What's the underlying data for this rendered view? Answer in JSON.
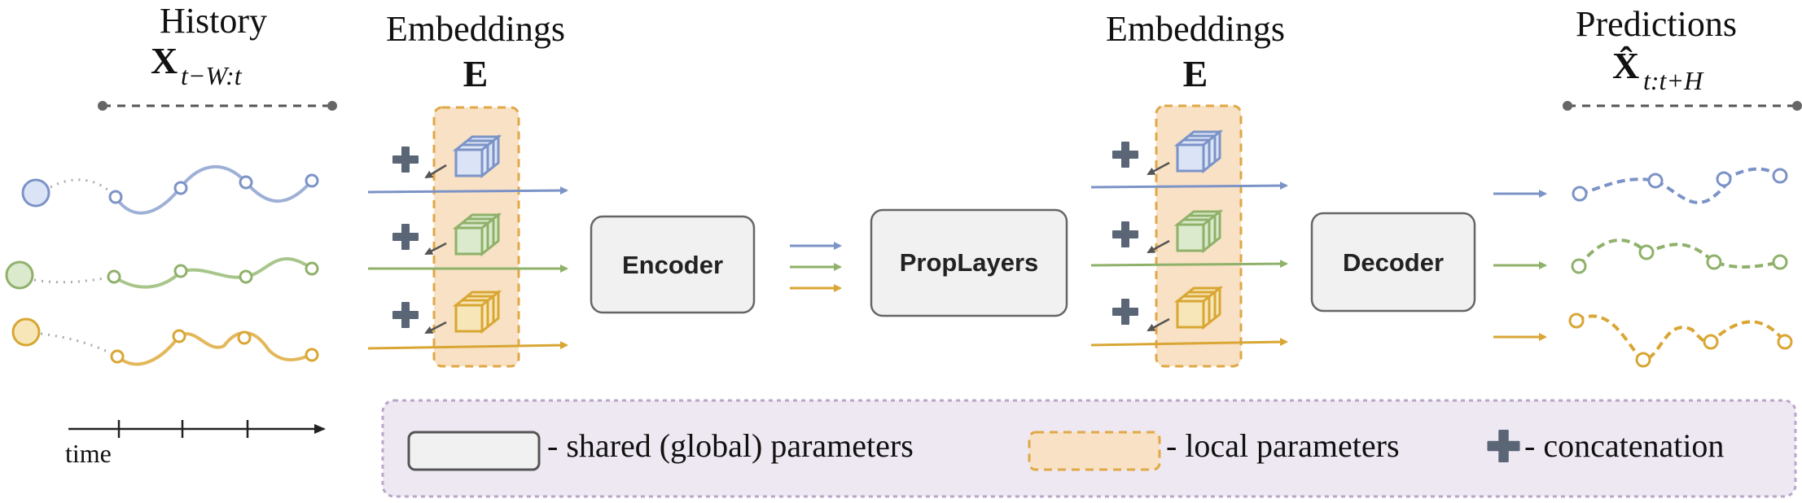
{
  "history": {
    "title": "History",
    "math_main": "X",
    "math_sub": "t−W:t"
  },
  "embeddings_left": {
    "title": "Embeddings",
    "math": "E"
  },
  "embeddings_right": {
    "title": "Embeddings",
    "math": "E"
  },
  "predictions": {
    "title": "Predictions",
    "math_main": "X̂",
    "math_sub": "t:t+H"
  },
  "time_axis": {
    "label": "time"
  },
  "blocks": {
    "encoder": "Encoder",
    "prop_layers": "PropLayers",
    "decoder": "Decoder"
  },
  "legend": {
    "shared": "- shared (global) parameters",
    "local": "- local parameters",
    "concat": "- concatenation"
  },
  "colors": {
    "blue": "#7c93c7",
    "green": "#8fb16a",
    "orange": "#d9a634",
    "blue_fill": "#dbe4f6",
    "green_fill": "#dbe9cc",
    "orange_fill": "#f7e7b8",
    "local_fill": "#f8e1c4",
    "local_border": "#e0a847",
    "block_fill": "#f1f1f1",
    "block_border": "#666666",
    "legend_bg": "#eee8f2",
    "legend_border": "#b9a6c8"
  }
}
